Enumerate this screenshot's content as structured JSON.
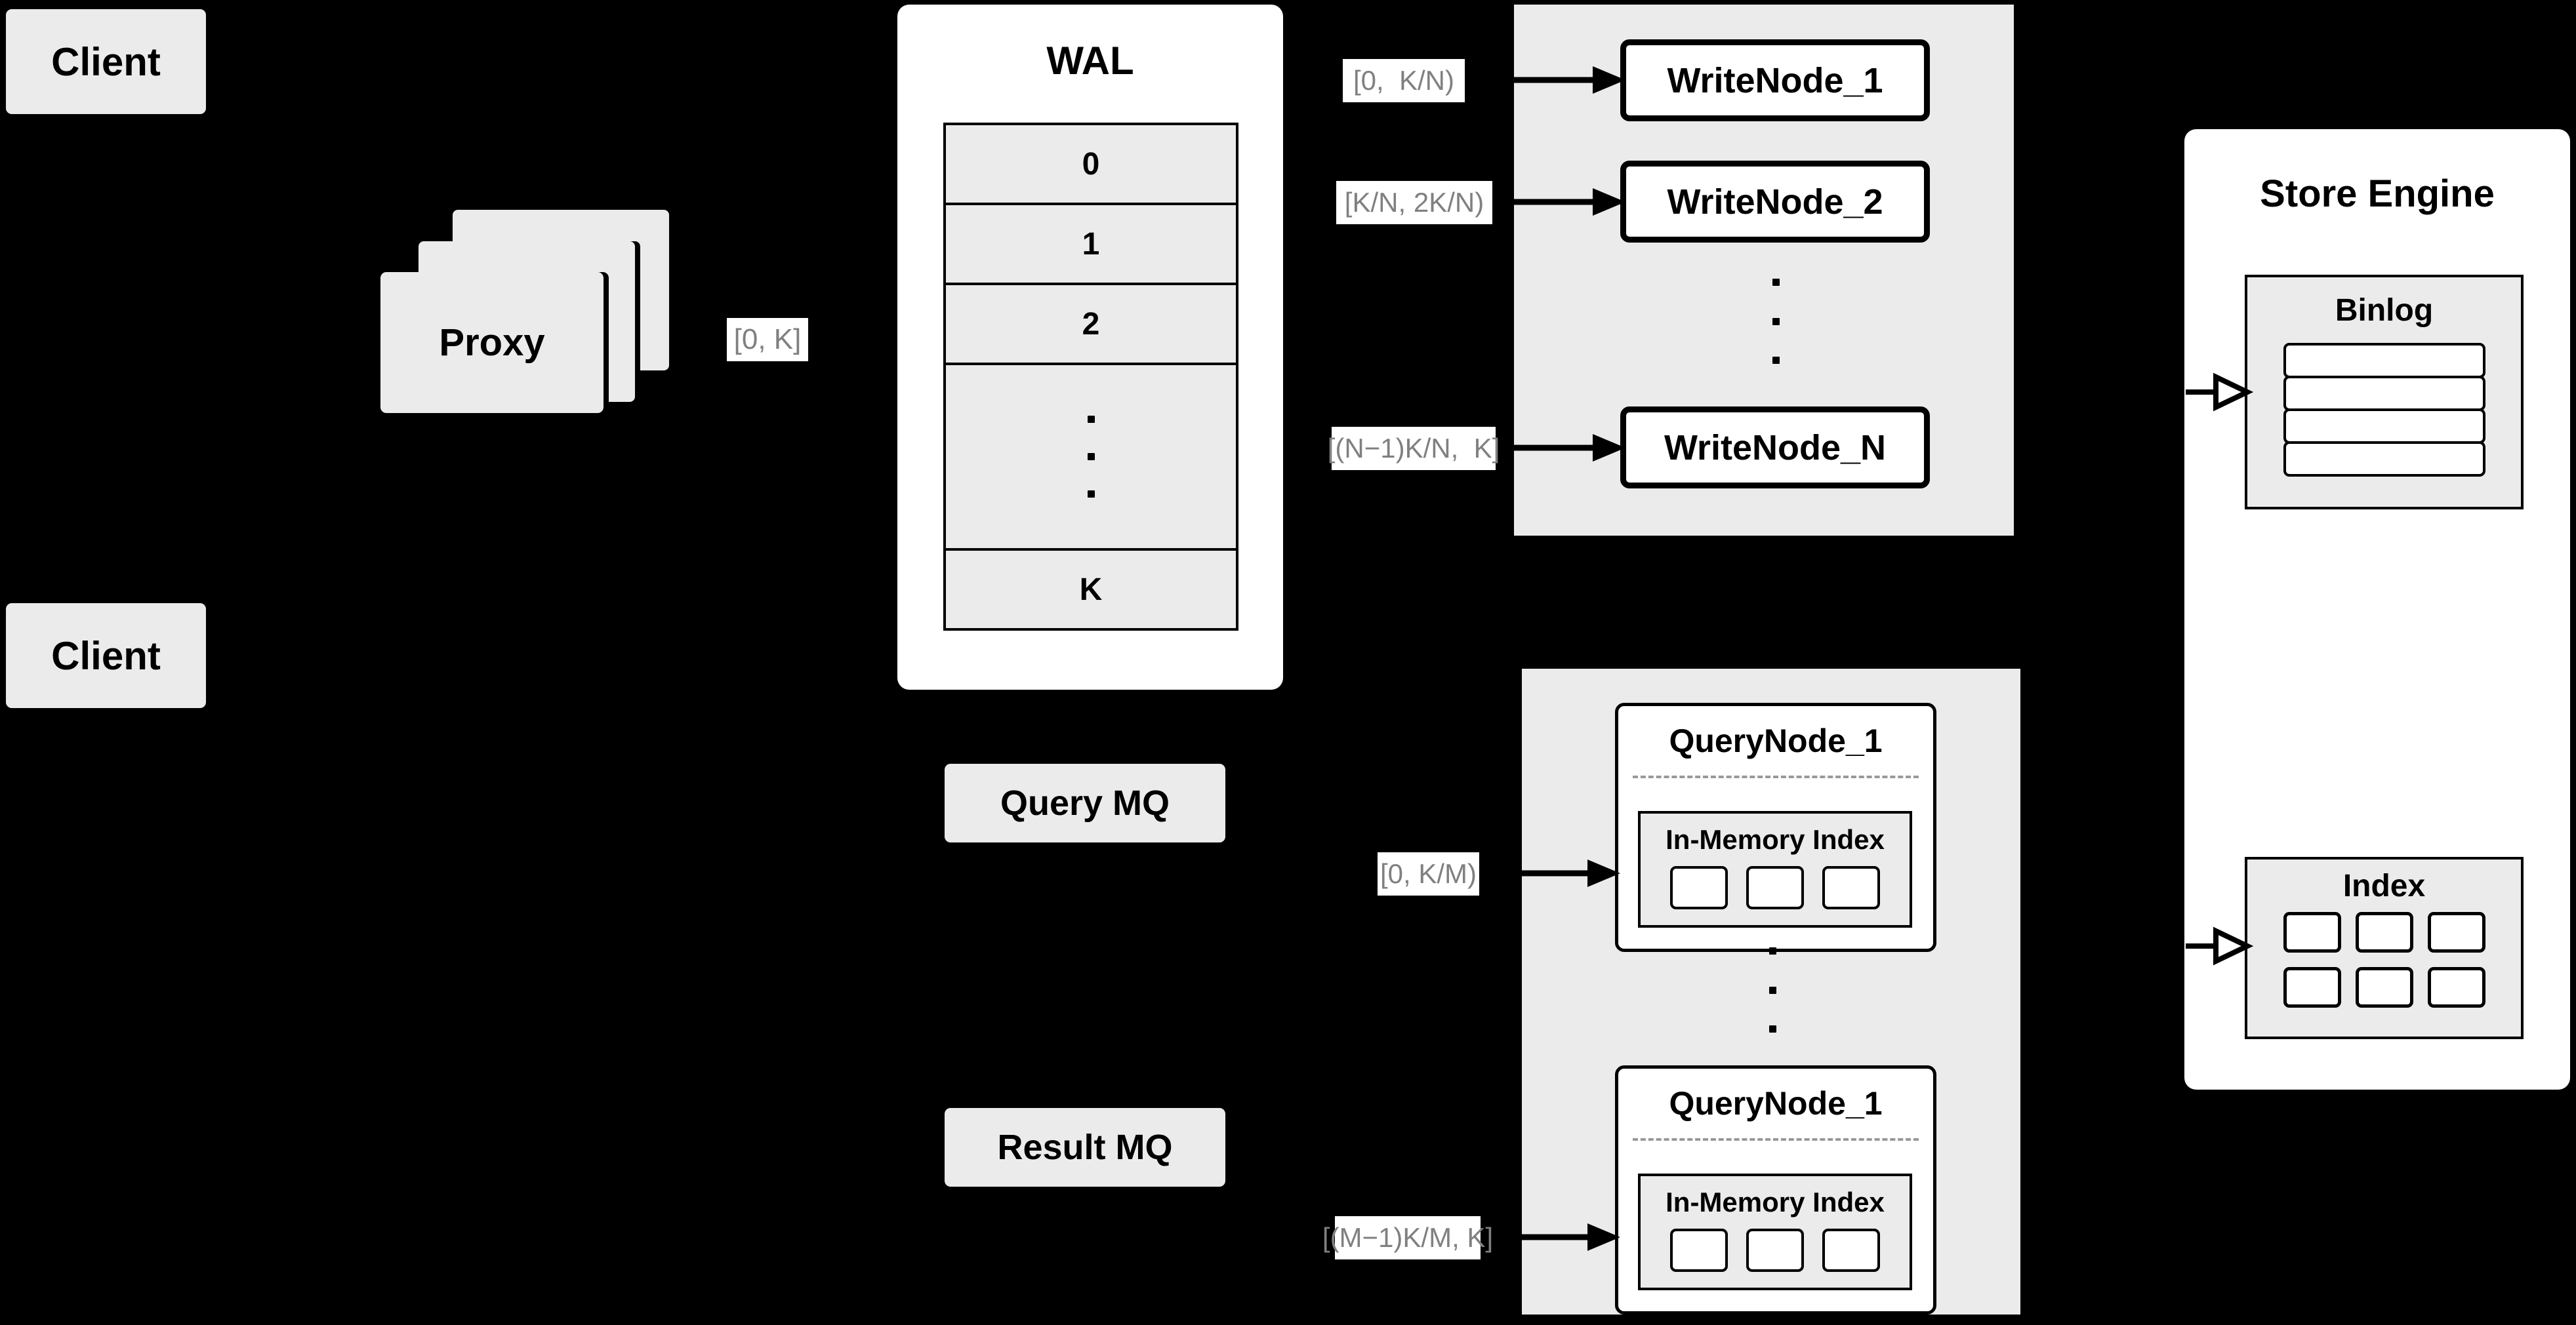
{
  "diagram": {
    "title": "Distributed Vector Database Architecture",
    "background_color": "#000000",
    "node_fill": "#ebebeb",
    "panel_fill": "#ffffff",
    "label_text_color": "#808080",
    "stroke_color": "#000000"
  },
  "clients": [
    {
      "label": "Client"
    },
    {
      "label": "Client"
    }
  ],
  "proxy": {
    "label": "Proxy",
    "stack_count": 3
  },
  "proxy_range_label": "[0, K]",
  "wal": {
    "title": "WAL",
    "rows": [
      "0",
      "1",
      "2",
      "···",
      "K"
    ],
    "row_labels": {
      "first": "0",
      "second": "1",
      "third": "2",
      "last": "K"
    },
    "ellipsis": "·"
  },
  "write_cluster": {
    "nodes": [
      {
        "label": "WriteNode_1",
        "range": "[0,  K/N)"
      },
      {
        "label": "WriteNode_2",
        "range": "[K/N, 2K/N)"
      },
      {
        "label": "WriteNode_N",
        "range": "[(N−1)K/N,  K]"
      }
    ],
    "ellipsis": "·"
  },
  "query_cluster": {
    "nodes": [
      {
        "label": "QueryNode_1",
        "range": "[0, K/M)",
        "index": {
          "title": "In-Memory Index",
          "cell_count": 3
        }
      },
      {
        "label": "QueryNode_1",
        "range": "[(M−1)K/M, K]",
        "index": {
          "title": "In-Memory Index",
          "cell_count": 3
        }
      }
    ],
    "ellipsis": "·"
  },
  "message_queues": [
    {
      "label": "Query MQ"
    },
    {
      "label": "Result MQ"
    }
  ],
  "store_engine": {
    "title": "Store Engine",
    "binlog": {
      "title": "Binlog",
      "bar_count": 4
    },
    "index": {
      "title": "Index",
      "cell_rows": 2,
      "cell_cols": 3,
      "cell_count": 6
    }
  }
}
